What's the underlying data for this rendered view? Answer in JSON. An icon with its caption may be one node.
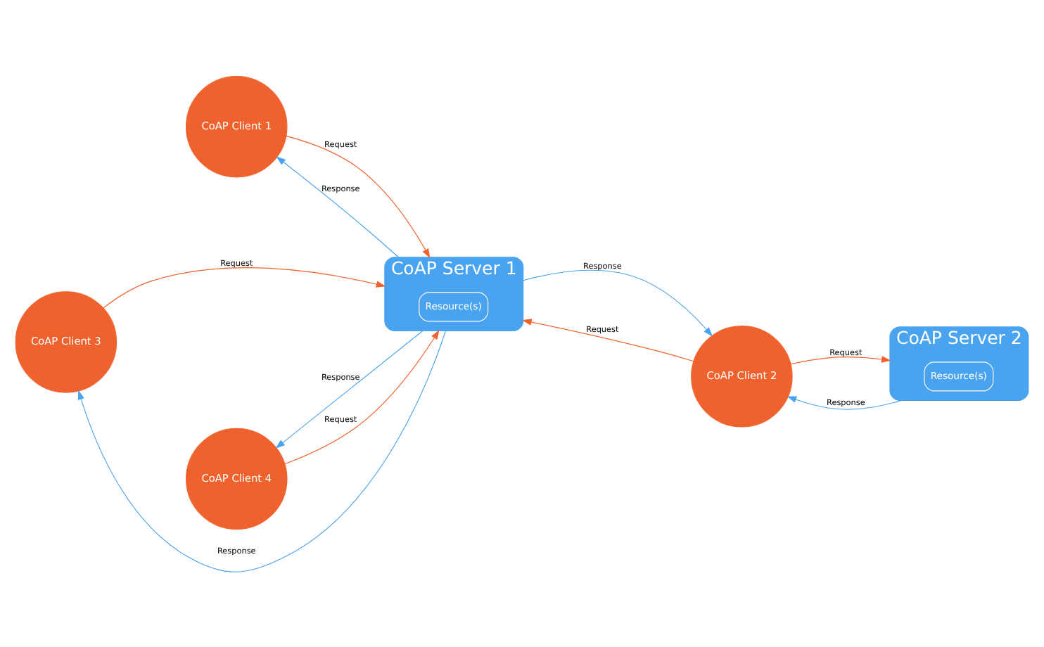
{
  "diagram": {
    "nodes": [
      {
        "text": [
          "CoAP Client 1"
        ]
      },
      {
        "text": [
          "CoAP Client 3"
        ]
      },
      {
        "text": [
          "CoAP Server 1"
        ]
      },
      {
        "text": [
          "Resource(s)"
        ],
        "in": 2
      },
      {
        "text": [
          "CoAP Client 2"
        ]
      },
      {
        "text": [
          "CoAP Server 2"
        ]
      },
      {
        "text": [
          "Resource(s)"
        ],
        "in": 5
      },
      {
        "text": [
          "CoAP Client 4"
        ]
      }
    ],
    "edges": [
      {
        "from": 0,
        "to": 2,
        "arrow": "to",
        "label": "Request",
        "color": "#f0622d"
      },
      {
        "from": 2,
        "to": 0,
        "arrow": "to",
        "label": "Response",
        "color": "#4aa3ef"
      },
      {
        "from": 1,
        "to": 2,
        "arrow": "to",
        "label": "Request",
        "color": "#f0622d"
      },
      {
        "from": 2,
        "to": 1,
        "arrow": "to",
        "label": "Response",
        "color": "#4aa3ef"
      },
      {
        "from": 2,
        "to": 4,
        "arrow": "to",
        "label": "Response",
        "color": "#4aa3ef"
      },
      {
        "from": 4,
        "to": 2,
        "arrow": "to",
        "label": "Request",
        "color": "#f0622d"
      },
      {
        "from": 4,
        "to": 5,
        "arrow": "to",
        "label": "Request",
        "color": "#f0622d"
      },
      {
        "from": 5,
        "to": 4,
        "arrow": "to",
        "label": "Response",
        "color": "#4aa3ef"
      },
      {
        "from": 2,
        "to": 7,
        "arrow": "to",
        "label": "Response",
        "color": "#4aa3ef"
      },
      {
        "from": 7,
        "to": 2,
        "arrow": "to",
        "label": "Request",
        "color": "#f0622d"
      }
    ]
  }
}
